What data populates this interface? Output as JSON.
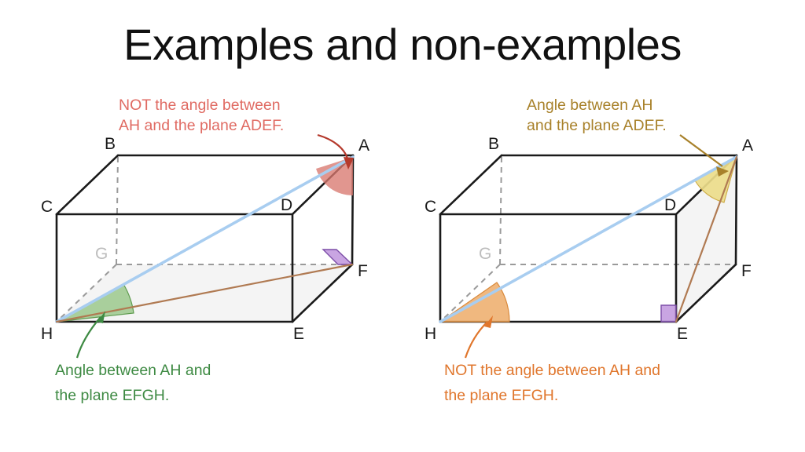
{
  "page": {
    "title": "Examples and non-examples",
    "background": "#ffffff"
  },
  "colors": {
    "edge": "#1a1a1a",
    "hidden_edge": "#9a9a9a",
    "hidden_label": "#bdbdbd",
    "diagonal_blue": "#a8cdf0",
    "projection_brown": "#b07a52",
    "red_annotation": "#e06b63",
    "red_wedge": "#d9796f",
    "red_arrow": "#b5392c",
    "green_annotation": "#3e8a43",
    "green_wedge": "#8cc07a",
    "olive_annotation": "#a8812a",
    "yellow_wedge": "#ecdc8a",
    "orange_annotation": "#e0762c",
    "orange_wedge": "#edab68",
    "purple_right_angle": "#b787d8",
    "face_shade": "#f4f4f4"
  },
  "diagrams": [
    {
      "id": "left-diagram",
      "name": "non-example-ADEF-example-EFGH",
      "vertices": [
        {
          "label": "A",
          "hidden": false
        },
        {
          "label": "B",
          "hidden": false
        },
        {
          "label": "C",
          "hidden": false
        },
        {
          "label": "D",
          "hidden": false
        },
        {
          "label": "E",
          "hidden": false
        },
        {
          "label": "F",
          "hidden": false
        },
        {
          "label": "G",
          "hidden": true
        },
        {
          "label": "H",
          "hidden": false
        }
      ],
      "top_annotation": {
        "name": "not-angle-ADEF-callout",
        "color": "#e06b63",
        "lines": [
          "NOT the angle between",
          "AH and the plane ADEF."
        ]
      },
      "bottom_annotation": {
        "name": "angle-EFGH-callout",
        "color": "#3e8a43",
        "lines": [
          "Angle between AH and",
          "the plane EFGH."
        ]
      },
      "shaded_face": "EFGH",
      "diagonal": "AH",
      "projection_line": "HF",
      "marked_angles": [
        {
          "at": "A",
          "name": "red-wedge-at-A",
          "kind": "incorrect"
        },
        {
          "at": "H",
          "name": "green-wedge-at-H",
          "kind": "correct"
        }
      ],
      "right_angle_marker": {
        "at": "F",
        "name": "right-angle-marker-at-F"
      }
    },
    {
      "id": "right-diagram",
      "name": "example-ADEF-non-example-EFGH",
      "vertices": [
        {
          "label": "A",
          "hidden": false
        },
        {
          "label": "B",
          "hidden": false
        },
        {
          "label": "C",
          "hidden": false
        },
        {
          "label": "D",
          "hidden": false
        },
        {
          "label": "E",
          "hidden": false
        },
        {
          "label": "F",
          "hidden": false
        },
        {
          "label": "G",
          "hidden": true
        },
        {
          "label": "H",
          "hidden": false
        }
      ],
      "top_annotation": {
        "name": "angle-ADEF-callout",
        "color": "#a8812a",
        "lines": [
          "Angle between AH",
          "and the plane ADEF."
        ]
      },
      "bottom_annotation": {
        "name": "not-angle-EFGH-callout",
        "color": "#e0762c",
        "lines": [
          "NOT the angle between AH and",
          "the plane EFGH."
        ]
      },
      "shaded_face": "ADEF",
      "diagonal": "AH",
      "projection_line": "AE",
      "marked_angles": [
        {
          "at": "A",
          "name": "yellow-wedge-at-A",
          "kind": "correct"
        },
        {
          "at": "H",
          "name": "orange-wedge-at-H",
          "kind": "incorrect"
        }
      ],
      "right_angle_marker": {
        "at": "E",
        "name": "right-angle-marker-at-E"
      }
    }
  ]
}
